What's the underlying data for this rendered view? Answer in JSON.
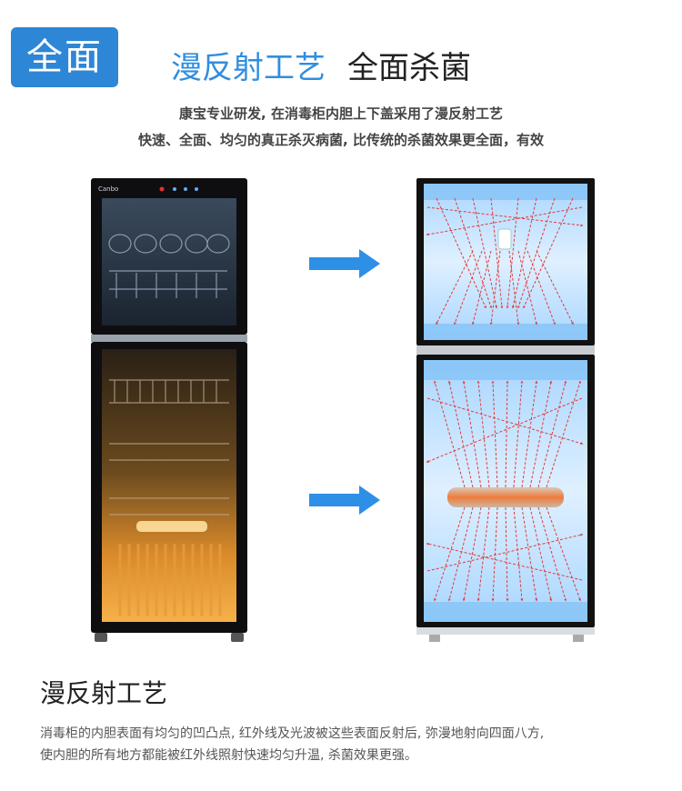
{
  "badge": {
    "label": "全面"
  },
  "headline": {
    "highlight": "漫反射工艺",
    "rest": "全面杀菌"
  },
  "intro": {
    "line1": "康宝专业研发, 在消毒柜内胆上下盖采用了漫反射工艺",
    "line2": "快速、全面、均匀的真正杀灭病菌, 比传统的杀菌效果更全面，有效"
  },
  "product": {
    "brand": "Canbo"
  },
  "section": {
    "title": "漫反射工艺",
    "line1": "消毒柜的内胆表面有均匀的凹凸点, 红外线及光波被这些表面反射后, 弥漫地射向四面八方,",
    "line2": "使内胆的所有地方都能被红外线照射快速均匀升温, 杀菌效果更强。"
  },
  "colors": {
    "accent": "#2e86d6",
    "ray": "#e23b3b",
    "glow": "#f5a53a"
  }
}
